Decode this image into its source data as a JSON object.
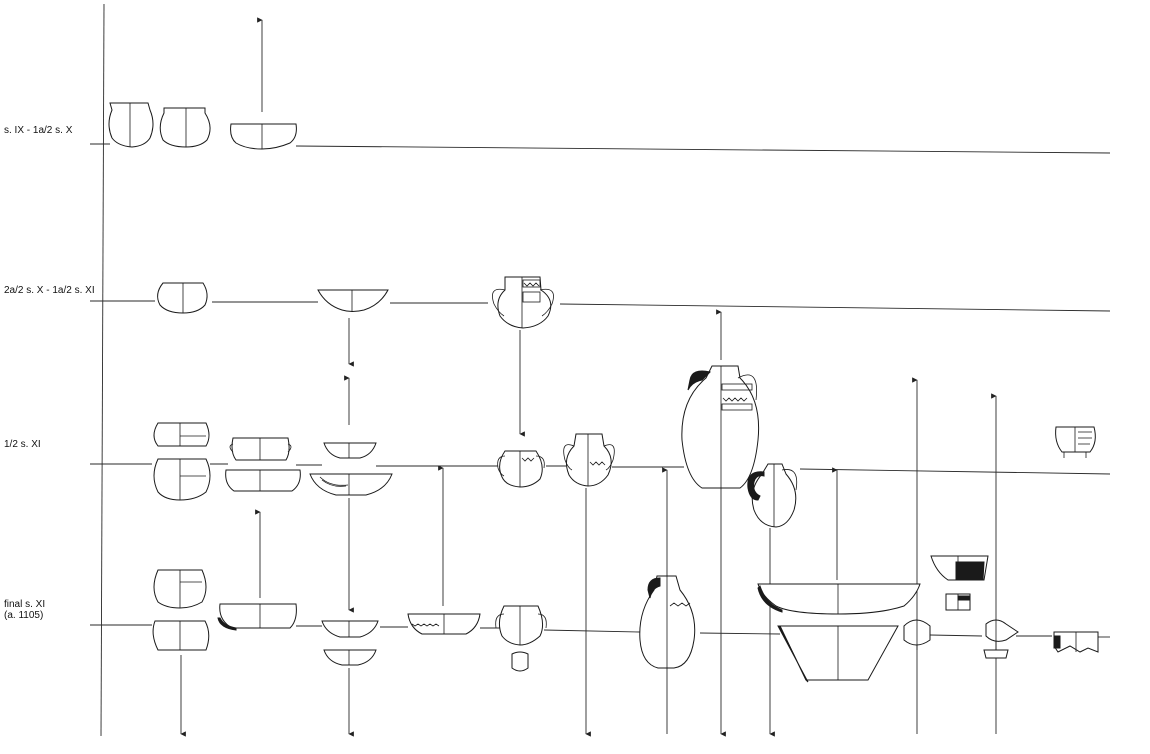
{
  "periods": [
    {
      "id": "p1",
      "label": "s. IX - 1a/2 s. X"
    },
    {
      "id": "p2",
      "label": "2a/2 s. X - 1a/2 s. XI"
    },
    {
      "id": "p3",
      "label": "1/2 s. XI"
    },
    {
      "id": "p4",
      "label": "final s. XI",
      "sublabel": "(a. 1105)"
    }
  ]
}
